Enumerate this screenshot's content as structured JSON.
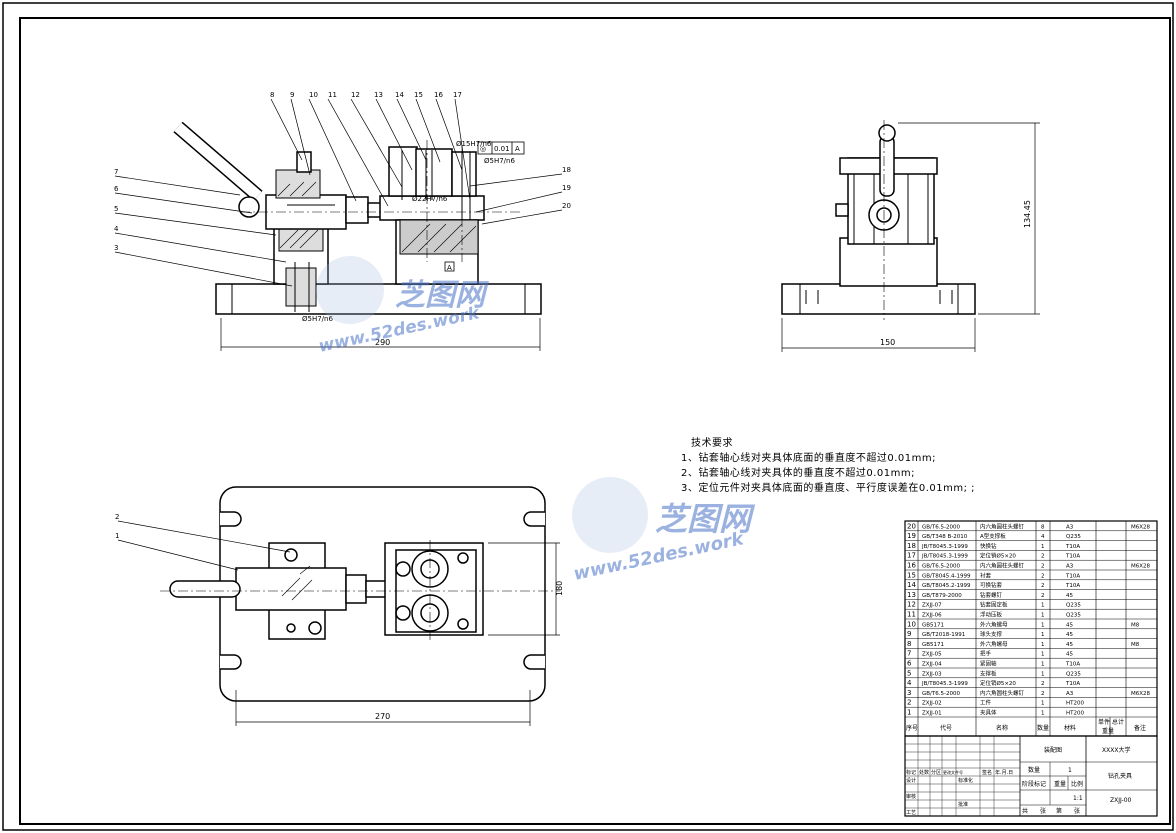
{
  "drawing": {
    "tech_requirements": {
      "title": "技术要求",
      "items": [
        "1、钻套轴心线对夹具体底面的垂直度不超过0.01mm;",
        "2、钻套轴心线对夹具体的垂直度不超过0.01mm;",
        "3、定位元件对夹具体底面的垂直度、平行度误差在0.01mm; ;"
      ]
    },
    "front_view": {
      "balloons": [
        "8",
        "9",
        "10",
        "11",
        "12",
        "13",
        "14",
        "15",
        "16",
        "17",
        "7",
        "6",
        "5",
        "4",
        "3",
        "18",
        "19",
        "20"
      ],
      "fits": [
        "Ø15H7/n6",
        "Ø5H7/n6",
        "Ø22H7/n6",
        "Ø5H7/n6"
      ],
      "gdt": {
        "symbol": "◎",
        "tolerance": "0.01",
        "datum": "A"
      },
      "datum_label": "A",
      "dim_width": "290"
    },
    "side_view": {
      "dim_height": "134.45",
      "dim_width": "150"
    },
    "top_view": {
      "balloons": [
        "2",
        "1"
      ],
      "dim_width": "270",
      "dim_height": "180"
    },
    "watermark": {
      "brand": "芝图网",
      "url": "www.52des.work"
    },
    "bom": {
      "rows": [
        {
          "no": "20",
          "code": "GB/T6.5-2000",
          "name": "内六角圆柱头螺钉",
          "qty": "8",
          "material": "A3",
          "note": "M6X28"
        },
        {
          "no": "19",
          "code": "GB/T348 B-2010",
          "name": "A型支撑板",
          "qty": "4",
          "material": "Q235",
          "note": ""
        },
        {
          "no": "18",
          "code": "JB/T8045.3-1999",
          "name": "快换钻",
          "qty": "1",
          "material": "T10A",
          "note": ""
        },
        {
          "no": "17",
          "code": "JB/T8045.3-1999",
          "name": "定位销Ø5×20",
          "qty": "2",
          "material": "T10A",
          "note": ""
        },
        {
          "no": "16",
          "code": "GB/T6.5-2000",
          "name": "内六角圆柱头螺钉",
          "qty": "2",
          "material": "A3",
          "note": "M6X28"
        },
        {
          "no": "15",
          "code": "GB/T8045.4-1999",
          "name": "衬套",
          "qty": "2",
          "material": "T10A",
          "note": ""
        },
        {
          "no": "14",
          "code": "GB/T8045.2-1999",
          "name": "可换钻套",
          "qty": "2",
          "material": "T10A",
          "note": ""
        },
        {
          "no": "13",
          "code": "GB/T879-2000",
          "name": "钻套螺钉",
          "qty": "2",
          "material": "45",
          "note": ""
        },
        {
          "no": "12",
          "code": "ZXJJ-07",
          "name": "钻套固定板",
          "qty": "1",
          "material": "Q235",
          "note": ""
        },
        {
          "no": "11",
          "code": "ZXJJ-06",
          "name": "浮动压板",
          "qty": "1",
          "material": "Q235",
          "note": ""
        },
        {
          "no": "10",
          "code": "GB5171",
          "name": "外六角螺母",
          "qty": "1",
          "material": "45",
          "note": "M8"
        },
        {
          "no": "9",
          "code": "GB/T2018-1991",
          "name": "球头支撑",
          "qty": "1",
          "material": "45",
          "note": ""
        },
        {
          "no": "8",
          "code": "GB5171",
          "name": "外六角螺母",
          "qty": "1",
          "material": "45",
          "note": "M8"
        },
        {
          "no": "7",
          "code": "ZXJJ-05",
          "name": "把手",
          "qty": "1",
          "material": "45",
          "note": ""
        },
        {
          "no": "6",
          "code": "ZXJJ-04",
          "name": "紧固轴",
          "qty": "1",
          "material": "T10A",
          "note": ""
        },
        {
          "no": "5",
          "code": "ZXJJ-03",
          "name": "支撑板",
          "qty": "1",
          "material": "Q235",
          "note": ""
        },
        {
          "no": "4",
          "code": "JB/T8045.3-1999",
          "name": "定位销Ø5×20",
          "qty": "2",
          "material": "T10A",
          "note": ""
        },
        {
          "no": "3",
          "code": "GB/T6.5-2000",
          "name": "内六角圆柱头螺钉",
          "qty": "2",
          "material": "A3",
          "note": "M6X28"
        },
        {
          "no": "2",
          "code": "ZXJJ-02",
          "name": "工件",
          "qty": "1",
          "material": "HT200",
          "note": ""
        },
        {
          "no": "1",
          "code": "ZXJJ-01",
          "name": "夹具体",
          "qty": "1",
          "material": "HT200",
          "note": ""
        }
      ],
      "header": {
        "no": "序号",
        "code": "代号",
        "name": "名称",
        "qty": "数量",
        "material": "材料",
        "single": "单件",
        "total": "总计",
        "weight": "重量",
        "note": "备注"
      }
    },
    "title_block": {
      "drawing_type": "装配图",
      "school": "XXXX大学",
      "qty_label": "数量",
      "qty_value": "1",
      "part_name": "钻孔夹具",
      "stage_label": "阶段标记",
      "weight_label": "重量",
      "scale_label": "比例",
      "scale_value": "1:1",
      "drawing_no": "ZXJJ-00",
      "sheet_label": "共",
      "sheet_label2": "张",
      "sheet_label3": "第",
      "sheet_label4": "张",
      "rev_labels": [
        "标记",
        "处数",
        "分区",
        "更改文件号",
        "签名",
        "年.月.日"
      ],
      "role_labels": [
        "设计",
        "审核",
        "工艺",
        "标准化",
        "批准"
      ]
    }
  }
}
